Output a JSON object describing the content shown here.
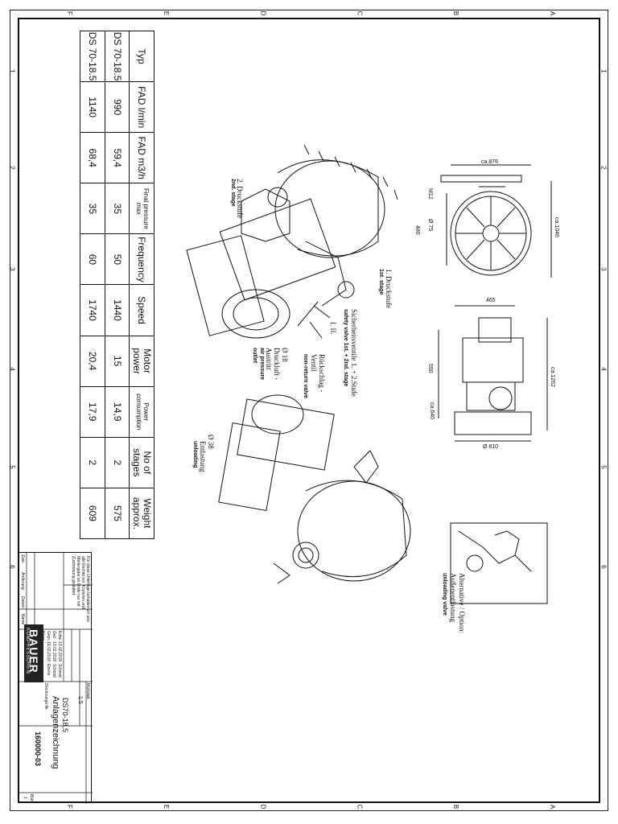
{
  "zones_top": [
    "F",
    "E",
    "D",
    "C",
    "B",
    "A"
  ],
  "zones_side": [
    "1",
    "2",
    "3",
    "4",
    "5",
    "6"
  ],
  "spec_table": {
    "headers": [
      "Typ",
      "FAD l/min",
      "FAD m3/h",
      "Final pressure max",
      "Frequency",
      "Speed",
      "Motor power",
      "Power consumption",
      "No of stages",
      "Weight approx."
    ],
    "rows": [
      [
        "DS 70-18.5",
        "990",
        "59,4",
        "35",
        "50",
        "1440",
        "15",
        "14,9",
        "2",
        "575"
      ],
      [
        "DS 70-18.5",
        "1140",
        "68,4",
        "35",
        "60",
        "1740",
        "20,4",
        "17,9",
        "2",
        "609"
      ]
    ]
  },
  "labels": {
    "stage1_de": "1. Druckstufe",
    "stage1_en": "1st. stage",
    "stage2_de": "2. Druckstufe",
    "stage2_en": "2nd. stage",
    "safety_de": "Sicherheitsventile 1. + 2.Stufe",
    "safety_en": "safety valve 1st. + 2nd. stage",
    "roman": "I. II.",
    "nonreturn_de": "Rückschlag -",
    "nonreturn_de2": "Ventil",
    "nonreturn_en": "non-return valve",
    "outlet_dia": "Ø 18",
    "outlet_de": "Druckluft -",
    "outlet_de2": "Austritt",
    "outlet_en": "air pressure",
    "outlet_en2": "outlet",
    "unload_dia": "Ø 38",
    "unload_de": "Entlastung",
    "unload_en": "unloading",
    "alt_de": "Alternative / Option:",
    "alt_de2": "Außenentlastung",
    "alt_en": "unloading valve"
  },
  "dims": {
    "d876": "ca.876",
    "d1046": "ca.1046",
    "m12": "M12",
    "d75": "Ø 75",
    "d480": "480",
    "d465": "465",
    "d1262": "ca.1262",
    "d550": "550",
    "d640": "ca.640",
    "d810": "Ø 810"
  },
  "title_block": {
    "company": "BAUER",
    "company_sub": "KOMPRESSOREN",
    "title": "Anlagenzeichnung",
    "model": "DS70-18,5",
    "drawing_no_label": "Zeichnungs-Nr.",
    "drawing_no": "160000-03",
    "scale_label": "Maßstab:",
    "scale": "1:5",
    "sheet_label": "Blatt",
    "sheet": "1",
    "note1": "Für diese Unterlage behalten wir uns",
    "note2": "alle Rechte vor. Kopieren und",
    "note3": "Weitergabe an Dritte nur mit",
    "note4": "Zustimmung gestattet.",
    "row_entw": "Entw.",
    "row_gez": "Gez.",
    "row_gepr": "Gepr.",
    "row_norm": "Norm",
    "date1": "13.02.2018",
    "date2": "13.02.2018",
    "date3": "19.02.2018",
    "name1": "Schmid",
    "name2": "Schmid",
    "name3": "Eberle",
    "rev_label": "Zust.",
    "rev_change": "Änderung",
    "rev_date": "Datum",
    "rev_name": "Name"
  }
}
